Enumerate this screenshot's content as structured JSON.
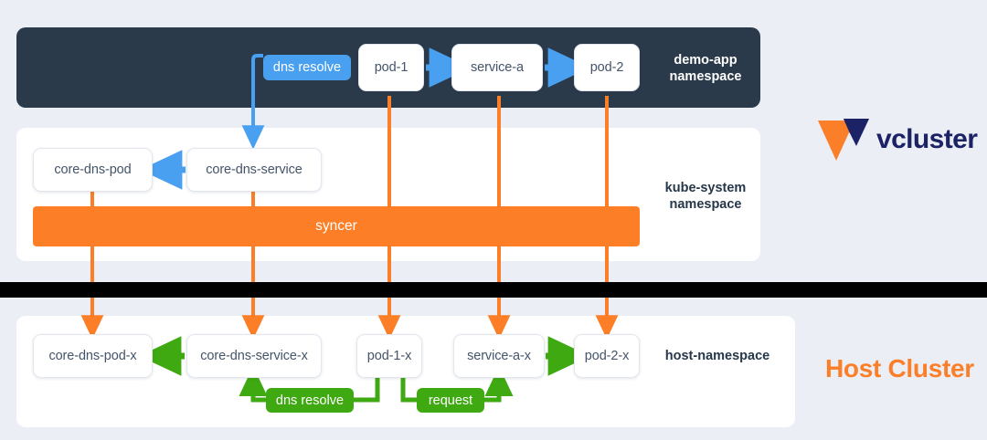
{
  "colors": {
    "background": "#EBEEF5",
    "panel_dark": "#2A3A4B",
    "panel_light": "#FFFFFF",
    "orange": "#FC7E26",
    "blue": "#4AA0F0",
    "green": "#3FA911",
    "navy_text": "#1C2266",
    "node_text": "#44546A",
    "divider": "#000000"
  },
  "virtual_cluster": {
    "demo_app": {
      "caption": "demo-app\nnamespace",
      "nodes": [
        {
          "id": "pod-1",
          "label": "pod-1"
        },
        {
          "id": "service-a",
          "label": "service-a"
        },
        {
          "id": "pod-2",
          "label": "pod-2"
        }
      ],
      "labels": [
        {
          "id": "dns-resolve-top",
          "label": "dns resolve",
          "color": "blue"
        }
      ],
      "arrows": [
        {
          "from": "pod-1",
          "to": "service-a",
          "color": "blue"
        },
        {
          "from": "service-a",
          "to": "pod-2",
          "color": "blue"
        },
        {
          "from": "dns-resolve-top",
          "to": "core-dns-service",
          "color": "blue"
        }
      ]
    },
    "kube_system": {
      "caption": "kube-system\nnamespace",
      "nodes": [
        {
          "id": "core-dns-pod",
          "label": "core-dns-pod"
        },
        {
          "id": "core-dns-service",
          "label": "core-dns-service"
        }
      ],
      "syncer": {
        "label": "syncer"
      },
      "arrows": [
        {
          "from": "core-dns-service",
          "to": "core-dns-pod",
          "color": "blue"
        }
      ]
    }
  },
  "host_cluster": {
    "title": "Host Cluster",
    "caption": "host-namespace",
    "nodes": [
      {
        "id": "core-dns-pod-x",
        "label": "core-dns-pod-x"
      },
      {
        "id": "core-dns-service-x",
        "label": "core-dns-service-x"
      },
      {
        "id": "pod-1-x",
        "label": "pod-1-x"
      },
      {
        "id": "service-a-x",
        "label": "service-a-x"
      },
      {
        "id": "pod-2-x",
        "label": "pod-2-x"
      }
    ],
    "labels": [
      {
        "id": "dns-resolve-bottom",
        "label": "dns resolve",
        "color": "green"
      },
      {
        "id": "request",
        "label": "request",
        "color": "green"
      }
    ],
    "arrows": [
      {
        "from": "core-dns-service-x",
        "to": "core-dns-pod-x",
        "color": "green"
      },
      {
        "from": "service-a-x",
        "to": "pod-2-x",
        "color": "green"
      },
      {
        "from": "pod-1-x",
        "to": "core-dns-service-x",
        "color": "green",
        "via": "dns-resolve-bottom"
      },
      {
        "from": "pod-1-x",
        "to": "service-a-x",
        "color": "green",
        "via": "request"
      }
    ]
  },
  "sync_arrows": [
    {
      "from": "pod-1",
      "to": "pod-1-x"
    },
    {
      "from": "service-a",
      "to": "service-a-x"
    },
    {
      "from": "pod-2",
      "to": "pod-2-x"
    },
    {
      "from": "core-dns-pod",
      "to": "core-dns-pod-x"
    },
    {
      "from": "core-dns-service",
      "to": "core-dns-service-x"
    }
  ],
  "branding": {
    "logo_text": "vcluster",
    "logo_mark": "vcluster-v-mark"
  }
}
